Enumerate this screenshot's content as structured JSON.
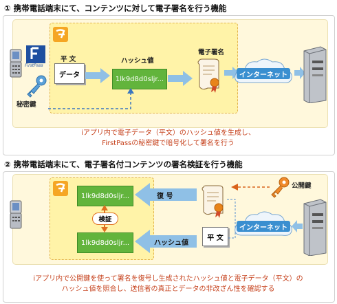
{
  "section1": {
    "heading": "① 携帯電話端末にて、コンテンツに対して電子署名を行う機能",
    "plain_text_label": "平 文",
    "data_label": "データ",
    "hash_label": "ハッシュ値",
    "hash_value": "1lk9d8d0sljr...",
    "signature_label": "電子署名",
    "internet_label": "インターネット",
    "secret_key_label": "秘密鍵",
    "logo_text": "FirstPass",
    "caption_line1": "iアプリ内で電子データ（平文）のハッシュ値を生成し、",
    "caption_line2": "FirstPassの秘密鍵で暗号化して署名を行う"
  },
  "section2": {
    "heading": "② 携帯電話端末にて、電子署名付コンテンツの署名検証を行う機能",
    "hash_value_top": "1lk9d8d0sljr...",
    "hash_value_bottom": "1lk9d8d0sljr...",
    "verify_label": "検証",
    "decrypt_label": "復 号",
    "hash_arrow_label": "ハッシュ値",
    "plain_text_label": "平 文",
    "public_key_label": "公開鍵",
    "internet_label": "インターネット",
    "caption_line1": "iアプリ内で公開鍵を使って署名を復号し生成されたハッシュ値と電子データ（平文）の",
    "caption_line2": "ハッシュ値を照合し、送信者の真正とデータの非改ざん性を確認する"
  },
  "colors": {
    "accent_orange": "#e8841a",
    "hash_green": "#62b43c",
    "arrow_blue": "#8fc0e6",
    "caption_red": "#c6421d"
  }
}
